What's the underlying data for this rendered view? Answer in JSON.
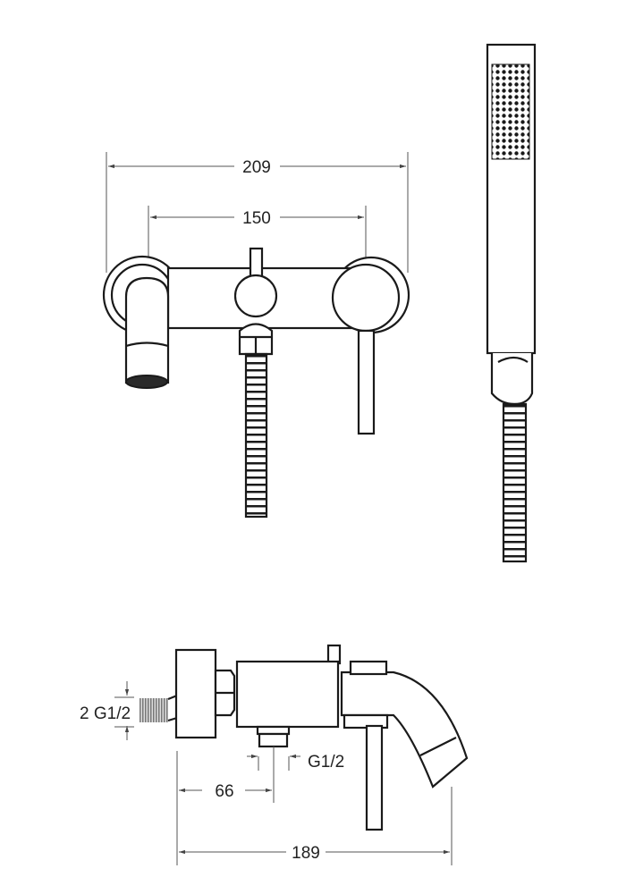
{
  "dimensions": {
    "front_total_width": "209",
    "front_center_distance": "150",
    "side_outlet_distance": "66",
    "side_total_depth": "189",
    "outlet_thread": "G1/2",
    "inlet_thread": "2 G1/2"
  },
  "colors": {
    "line": "#1a1a1a",
    "dimension": "#555555"
  }
}
